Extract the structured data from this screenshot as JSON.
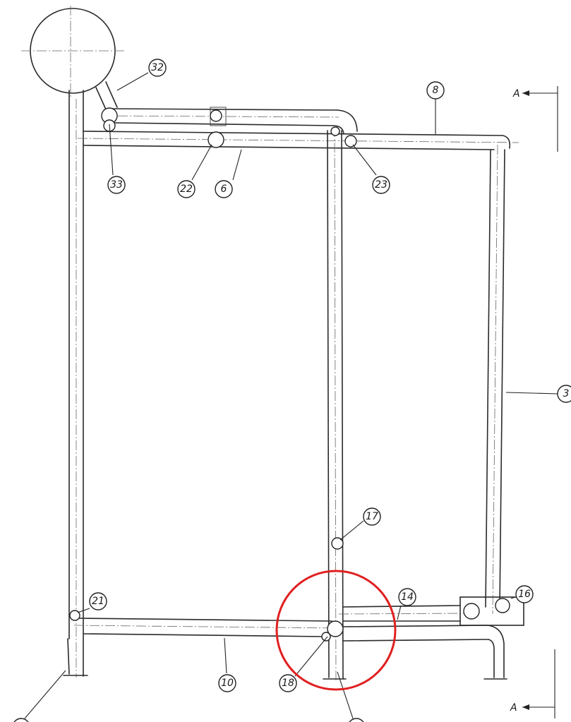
{
  "diagram": {
    "balloons": [
      {
        "id": "b32",
        "label": "32"
      },
      {
        "id": "b8",
        "label": "8"
      },
      {
        "id": "b33",
        "label": "33"
      },
      {
        "id": "b22",
        "label": "22"
      },
      {
        "id": "b6",
        "label": "6"
      },
      {
        "id": "b23",
        "label": "23"
      },
      {
        "id": "b3",
        "label": "3"
      },
      {
        "id": "b17",
        "label": "17"
      },
      {
        "id": "b21",
        "label": "21"
      },
      {
        "id": "b14",
        "label": "14"
      },
      {
        "id": "b16",
        "label": "16"
      },
      {
        "id": "b10",
        "label": "10"
      },
      {
        "id": "b18",
        "label": "18"
      }
    ],
    "section_marker_top": "A",
    "section_marker_bottom": "A",
    "highlight_color": "#e02020"
  }
}
